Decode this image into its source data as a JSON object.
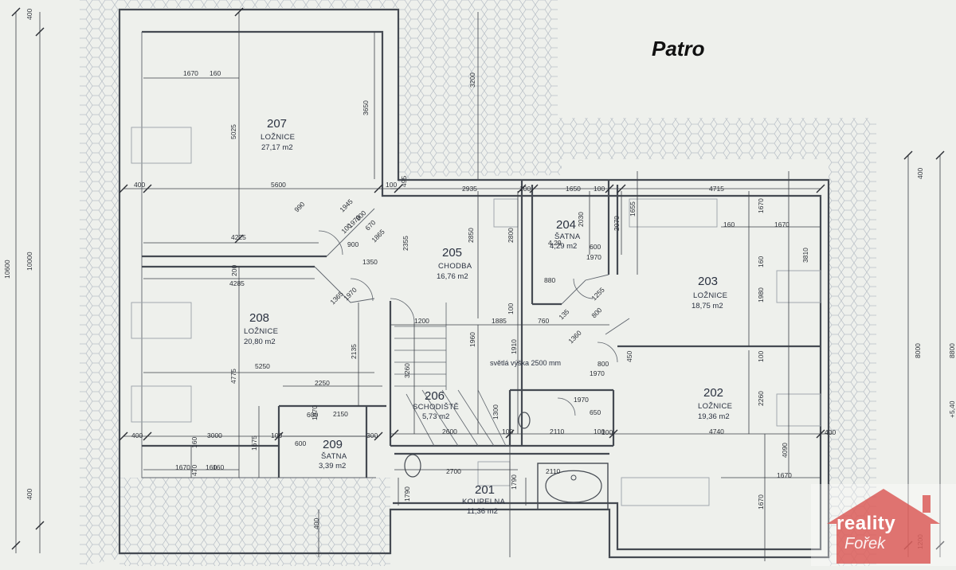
{
  "title": "Patro",
  "ceiling_note": "světlá výška 2500 mm",
  "rooms": [
    {
      "number": "207",
      "name": "LOŽNICE",
      "area": "27,17 m2"
    },
    {
      "number": "205",
      "name": "CHODBA",
      "area": "16,76 m2"
    },
    {
      "number": "204",
      "name": "ŠATNA",
      "area": "4,29 m2"
    },
    {
      "number": "203",
      "name": "LOŽNICE",
      "area": "18,75 m2"
    },
    {
      "number": "208",
      "name": "LOŽNICE",
      "area": "20,80 m2"
    },
    {
      "number": "206",
      "name": "SCHODIŠTĚ",
      "area": "5,73 m2"
    },
    {
      "number": "202",
      "name": "LOŽNICE",
      "area": "19,36 m2"
    },
    {
      "number": "209",
      "name": "ŠATNA",
      "area": "3,39 m2"
    },
    {
      "number": "201",
      "name": "KOUPELNA",
      "area": "11,36 m2"
    }
  ],
  "dimensions": [
    "400",
    "400",
    "1670",
    "1670",
    "160",
    "160",
    "5025",
    "3650",
    "3200",
    "400",
    "5600",
    "100",
    "495",
    "2935",
    "100",
    "1650",
    "100",
    "4715",
    "990",
    "1945",
    "800",
    "1970",
    "670",
    "1865",
    "2355",
    "2850",
    "2800",
    "2030",
    "2070",
    "1655",
    "1670",
    "160",
    "1670",
    "600",
    "1970",
    "4.29",
    "4225",
    "100",
    "900",
    "1350",
    "3810",
    "160",
    "200",
    "4285",
    "1365",
    "1970",
    "880",
    "1255",
    "1980",
    "135",
    "1200",
    "1885",
    "100",
    "760",
    "800",
    "1960",
    "1910",
    "1360",
    "800",
    "1970",
    "450",
    "100",
    "8000",
    "8800",
    "10600",
    "10000",
    "2135",
    "3260",
    "4775",
    "5250",
    "2250",
    "600",
    "1970",
    "2150",
    "1970",
    "650",
    "2260",
    "100",
    "400",
    "3000",
    "1675",
    "100",
    "600",
    "300",
    "2600",
    "100",
    "1300",
    "2110",
    "100",
    "4740",
    "4090",
    "400",
    "160",
    "470",
    "160",
    "2700",
    "2110",
    "1790",
    "1790",
    "1670",
    "1670",
    "400",
    "1200",
    "400",
    "+5,40"
  ],
  "logo": {
    "line1": "reality",
    "line2": "Fořek"
  },
  "colors": {
    "line": "#454a52",
    "paper": "#eef0ec",
    "logo_red": "#d9534f"
  }
}
